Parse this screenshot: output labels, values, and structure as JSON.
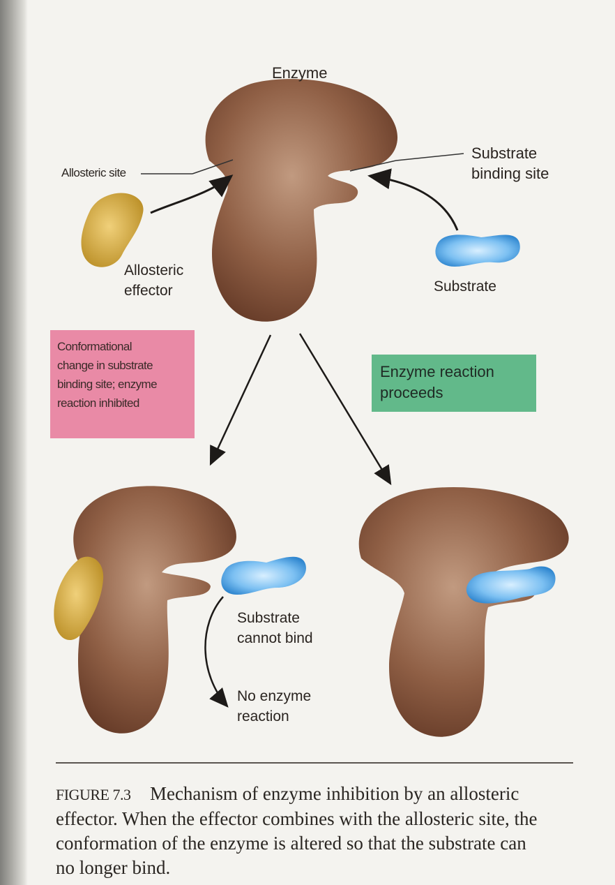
{
  "labels": {
    "enzyme": "Enzyme",
    "allosteric_site": "Allosteric site",
    "substrate_binding_site_line1": "Substrate",
    "substrate_binding_site_line2": "binding site",
    "allosteric_effector_line1": "Allosteric",
    "allosteric_effector_line2": "effector",
    "substrate": "Substrate",
    "substrate_cannot_bind_line1": "Substrate",
    "substrate_cannot_bind_line2": "cannot bind",
    "no_enzyme_reaction_line1": "No enzyme",
    "no_enzyme_reaction_line2": "reaction"
  },
  "boxes": {
    "inhibited": {
      "lines": [
        "Conformational",
        "change in substrate",
        "binding site; enzyme",
        "reaction inhibited"
      ],
      "color": "#e98aa6"
    },
    "proceeds": {
      "lines": [
        "Enzyme reaction",
        "proceeds"
      ],
      "color": "#62b98a"
    }
  },
  "caption": {
    "figure_number": "FIGURE 7.3",
    "text": "Mechanism of enzyme inhibition by an allosteric effector. When the effector combines with the allosteric site, the conformation of the enzyme is altered so that the substrate can no longer bind."
  },
  "colors": {
    "enzyme": "#8a5a40",
    "effector": "#d4ad3e",
    "substrate": "#5aa7e6"
  }
}
